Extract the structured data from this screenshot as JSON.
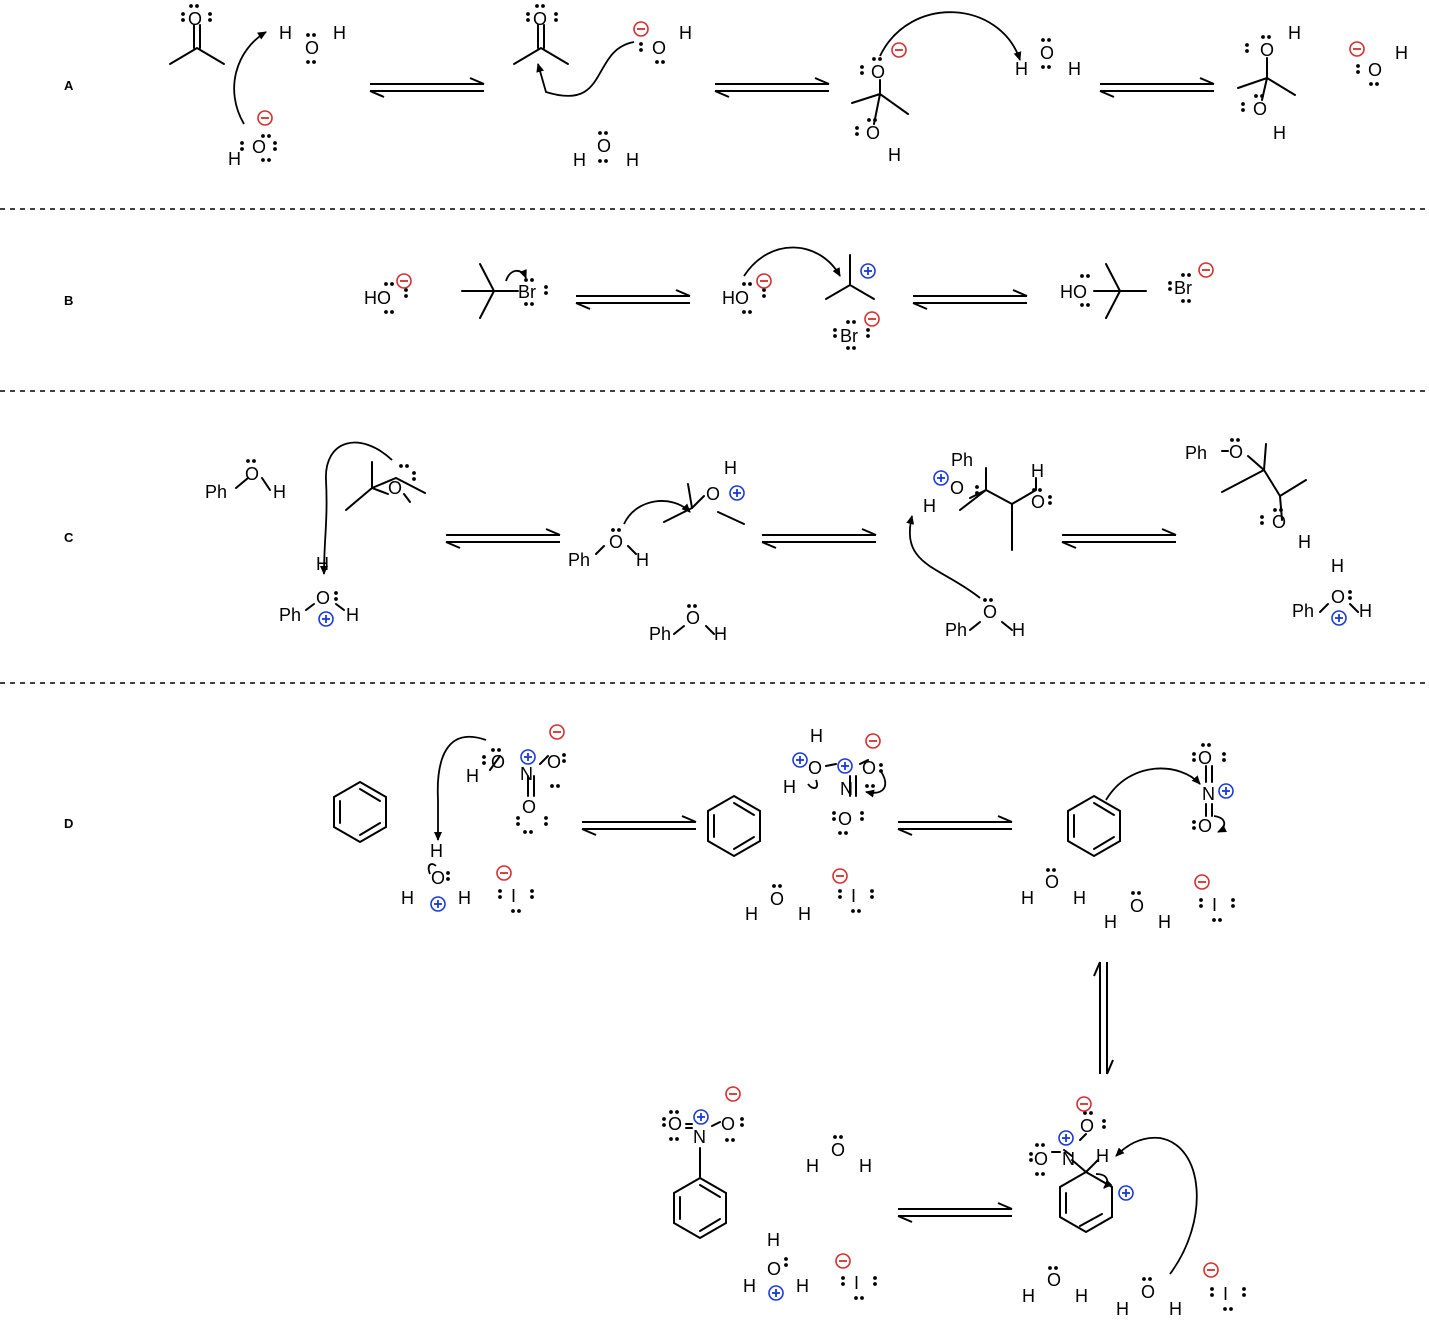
{
  "panels": [
    {
      "id": "A",
      "label": "A"
    },
    {
      "id": "B",
      "label": "B"
    },
    {
      "id": "C",
      "label": "C"
    },
    {
      "id": "D",
      "label": "D"
    }
  ],
  "atoms": {
    "H": "H",
    "O": "O",
    "N": "N",
    "Br": "Br",
    "I": "I",
    "Ph": "Ph",
    "HO": "HO"
  },
  "colors": {
    "negative_charge": "#d32f2f",
    "positive_charge": "#1a3bd6",
    "ink": "#000000"
  },
  "icons": {
    "negative_charge": "circled-minus-icon",
    "positive_charge": "circled-plus-icon",
    "equilibrium": "equilibrium-arrows-icon",
    "curved_arrow": "curved-electron-arrow-icon"
  }
}
